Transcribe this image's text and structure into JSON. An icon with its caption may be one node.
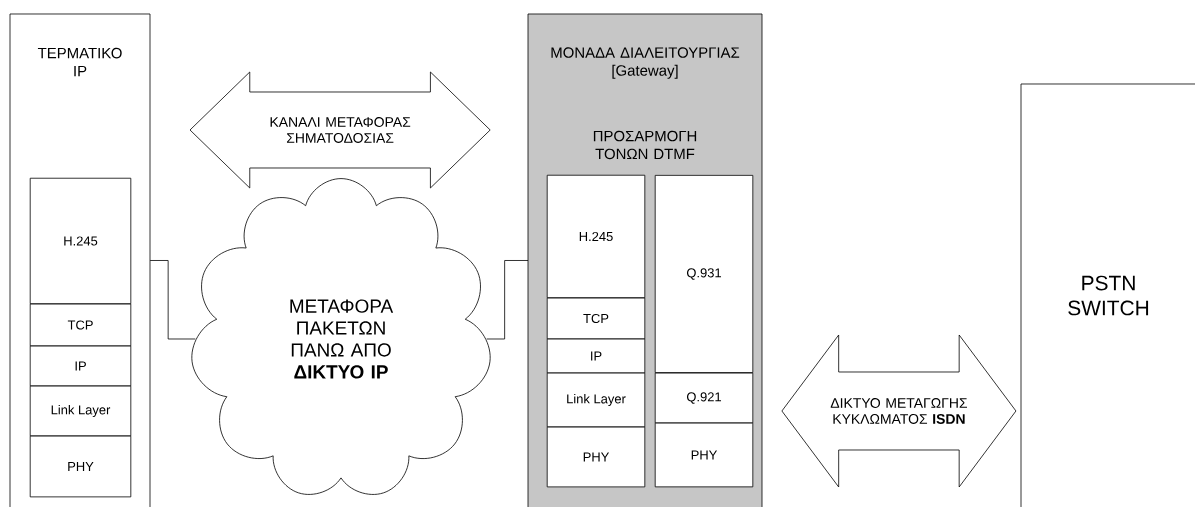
{
  "diagram": {
    "nodes": [
      {
        "text": [
          "ΤΕΡΜΑΤΙΚΟ IP"
        ]
      },
      {
        "text": [
          "H.245"
        ],
        "in": 0
      },
      {
        "text": [
          "TCP"
        ],
        "in": 0
      },
      {
        "text": [
          "IP"
        ],
        "in": 0
      },
      {
        "text": [
          "Link Layer"
        ],
        "in": 0
      },
      {
        "text": [
          "PHY"
        ],
        "in": 0
      },
      {
        "text": [
          "ΜΕΤΑΦΟΡΑ ΠΑΚΕΤΩΝ ΠΑΝΩ ΑΠΟ **ΔΙΚΤΥΟ IP**"
        ]
      },
      {
        "text": [
          "ΜΟΝΑΔΑ ΔΙΑΛΕΙΤΟΥΡΓΙΑΣ [Gateway]",
          "ΠΡΟΣΑΡΜΟΓΗ ΤΟΝΩΝ DTMF"
        ]
      },
      {
        "text": [
          "H.245"
        ],
        "in": 7
      },
      {
        "text": [
          "TCP"
        ],
        "in": 7
      },
      {
        "text": [
          "IP"
        ],
        "in": 7
      },
      {
        "text": [
          "Link Layer"
        ],
        "in": 7
      },
      {
        "text": [
          "PHY"
        ],
        "in": 7
      },
      {
        "text": [
          "Q.931"
        ],
        "in": 7
      },
      {
        "text": [
          "Q.921"
        ],
        "in": 7
      },
      {
        "text": [
          "PHY"
        ],
        "in": 7
      },
      {
        "text": [
          "PSTN SWITCH"
        ]
      }
    ],
    "edges": [
      {
        "from": 0,
        "to": 6,
        "arrow": "none"
      },
      {
        "from": 6,
        "to": 7,
        "arrow": "none"
      },
      {
        "from": 0,
        "to": 7,
        "arrow": "both",
        "label": "ΚΑΝΑΛΙ ΜΕΤΑΦΟΡΑΣ ΣΗΜΑΤΟΔΟΣΙΑΣ"
      },
      {
        "from": 7,
        "to": 16,
        "arrow": "both",
        "label": "ΔΙΚΤΥΟ ΜΕΤΑΓΩΓΗΣ ΚΥΚΛΩΜΑΤΟΣ **ISDN**"
      }
    ]
  }
}
